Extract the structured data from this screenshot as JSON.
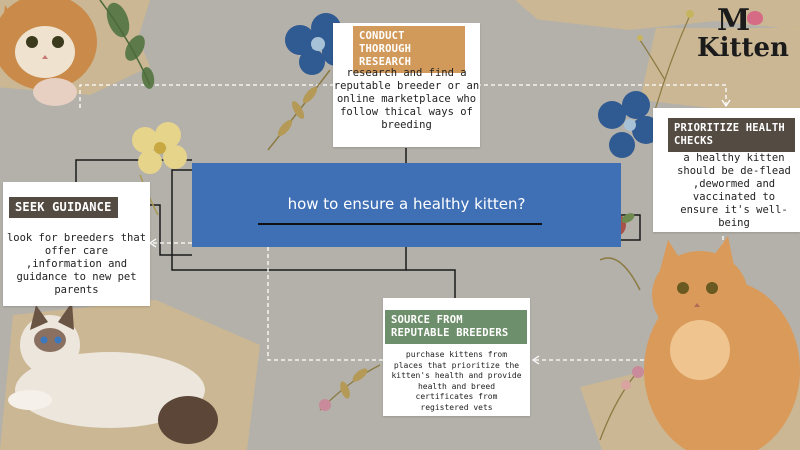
{
  "logo": {
    "line1": "M",
    "line2": "Kitten"
  },
  "center": {
    "title": "how to ensure a healthy kitten?"
  },
  "nodes": {
    "research": {
      "heading": "CONDUCT THOROUGH RESEARCH",
      "body": "research and find a reputable breeder or an online marketplace who follow thical ways of breeding",
      "color": "#d19a5b"
    },
    "health": {
      "heading": "PRIORITIZE HEALTH CHECKS",
      "body": "a healthy kitten should be de-flead ,dewormed and vaccinated to ensure it's well-being",
      "color": "#544b43"
    },
    "guidance": {
      "heading": "SEEK GUIDANCE",
      "body": "look for breeders that offer care ,information and guidance to new pet parents",
      "color": "#544b43"
    },
    "source": {
      "heading": "SOURCE FROM REPUTABLE BREEDERS",
      "body": "purchase kittens from places that prioritize the kitten's health and provide health and breed certificates from registered vets",
      "color": "#6e8f6b"
    }
  },
  "colors": {
    "background": "#b4b1aa",
    "center_box": "#3f6fb5"
  },
  "decorations": [
    "kitten-photo-top-left",
    "ragdoll-cat-photo",
    "orange-cat-photo",
    "blue-pressed-flower",
    "yellow-pressed-flower",
    "red-rose",
    "dried-fern",
    "torn-paper"
  ]
}
